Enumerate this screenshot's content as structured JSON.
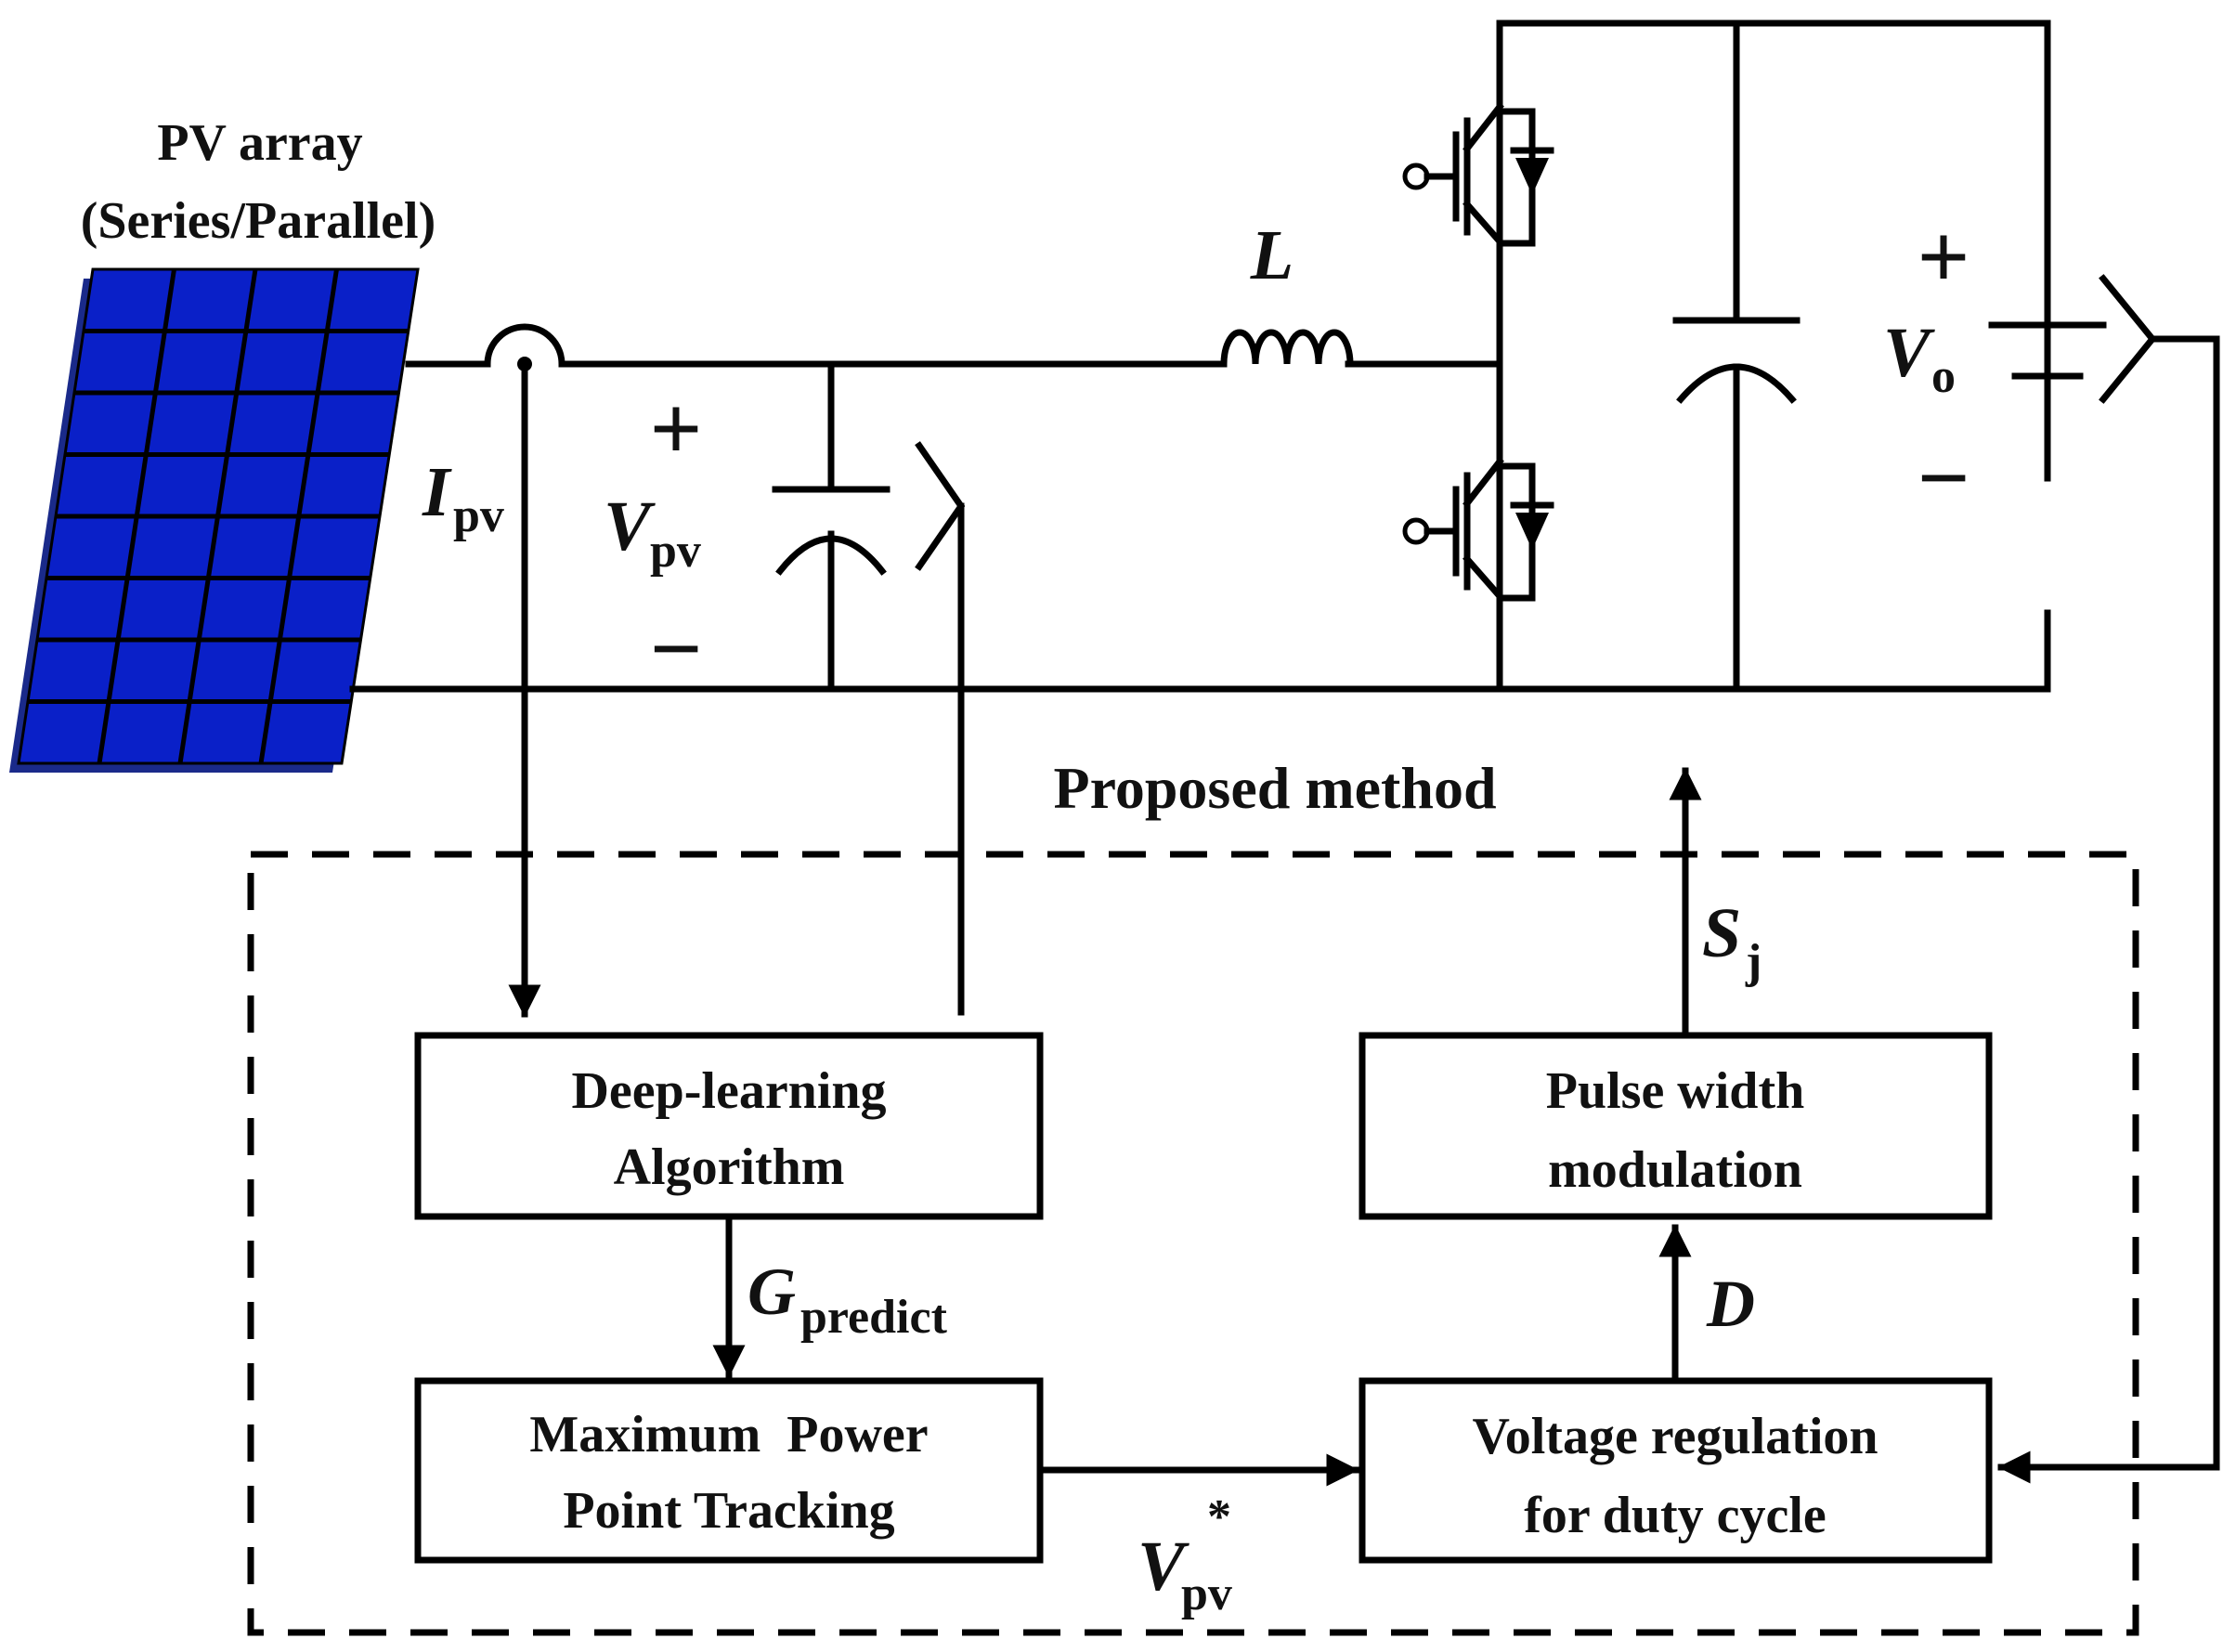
{
  "pv_array": {
    "title_line1": "PV array",
    "title_line2": "(Series/Parallel)",
    "panel_color": "#0a20c8",
    "grid_color": "#e8ecff"
  },
  "labels": {
    "inductor": "L",
    "current_main": "I",
    "current_sub": "pv",
    "voltage_main": "V",
    "voltage_sub": "pv",
    "plus_sign": "+",
    "minus_sign": "−",
    "vo_main": "V",
    "vo_sub": "o",
    "sj_main": "S",
    "sj_sub": "j",
    "duty": "D",
    "g_main": "G",
    "g_sub": "predict",
    "vref_main": "V",
    "vref_sub": "pv",
    "vref_sup": "*"
  },
  "method_region": {
    "title": "Proposed method"
  },
  "blocks": {
    "deep_learning": {
      "line1": "Deep-learning",
      "line2": "Algorithm"
    },
    "mppt": {
      "line1": "Maximum  Power",
      "line2": "Point Tracking"
    },
    "pwm": {
      "line1": "Pulse width",
      "line2": "modulation"
    },
    "voltage_reg": {
      "line1": "Voltage regulation",
      "line2": "for duty cycle"
    }
  }
}
